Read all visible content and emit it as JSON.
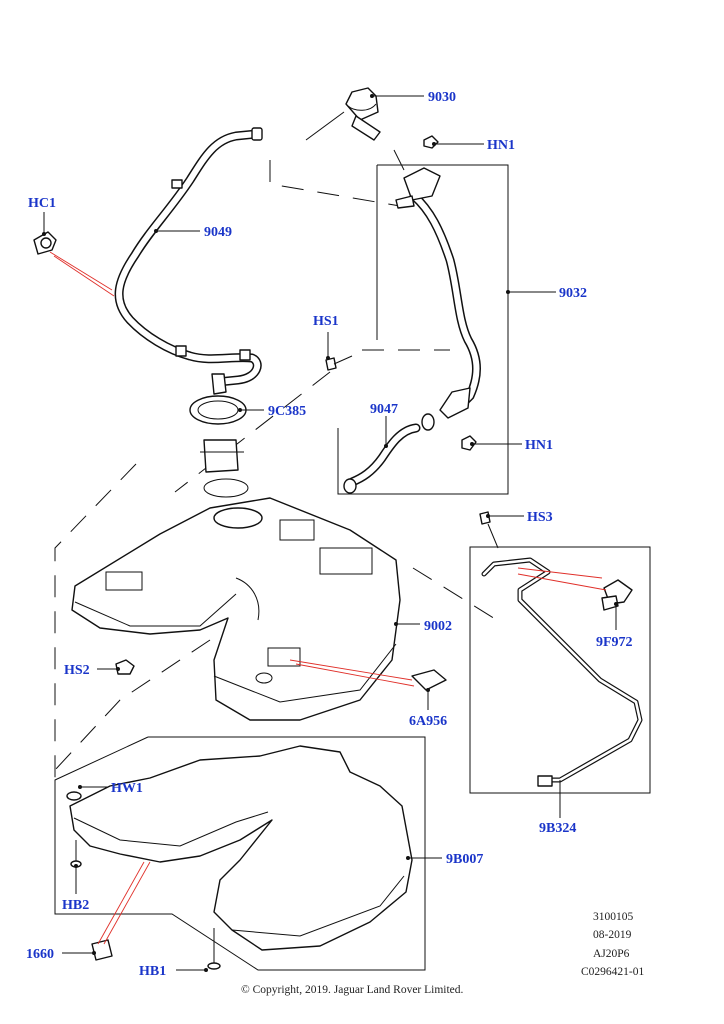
{
  "colors": {
    "callout": "#1a35c9",
    "leader": "#111111",
    "highlight_leader": "#e0302a"
  },
  "callouts": {
    "p9030": "9030",
    "hn1_top": "HN1",
    "hc1": "HC1",
    "p9049": "9049",
    "p9032": "9032",
    "hs1": "HS1",
    "p9c385": "9C385",
    "p9047": "9047",
    "hn1_bottom": "HN1",
    "hs3": "HS3",
    "p9002": "9002",
    "p9f972": "9F972",
    "hs2": "HS2",
    "p6a956": "6A956",
    "hw1": "HW1",
    "p9b007": "9B007",
    "p9b324": "9B324",
    "hb2": "HB2",
    "p1660": "1660",
    "hb1": "HB1"
  },
  "meta": {
    "ref1": "3100105",
    "ref2": "08-2019",
    "ref3": "AJ20P6",
    "ref4": "C0296421-01"
  },
  "copyright": "© Copyright, 2019. Jaguar Land Rover Limited."
}
